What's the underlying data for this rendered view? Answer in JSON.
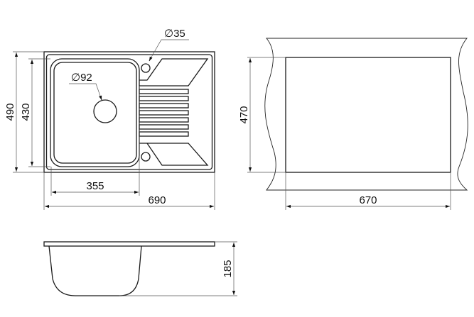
{
  "top_view": {
    "hole_label": "∅35",
    "drain_label": "∅92",
    "height_total": "490",
    "height_bowl": "430",
    "width_bowl": "355",
    "width_total": "690"
  },
  "cutout_view": {
    "height": "470",
    "width": "670"
  },
  "side_view": {
    "depth": "185"
  },
  "colors": {
    "line": "#1a1a1a",
    "dimension": "#555555"
  }
}
